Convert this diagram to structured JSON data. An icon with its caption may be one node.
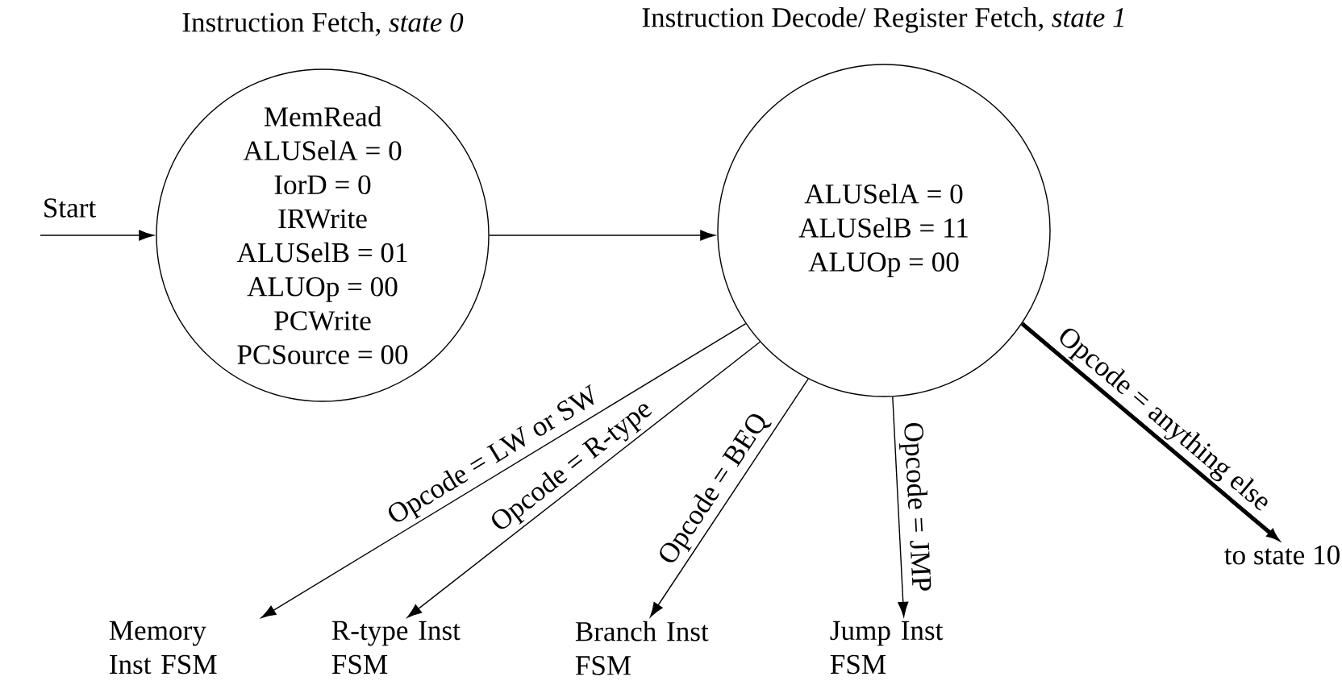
{
  "diagram": {
    "nodes": [
      {
        "text": [
          "Instruction Fetch, *state 0*",
          "MemRead",
          "ALUSelA = 0",
          "IorD = 0",
          "IRWrite",
          "ALUSelB = 01",
          "ALUOp = 00",
          "PCWrite",
          "PCSource = 00"
        ]
      },
      {
        "text": [
          "Start"
        ]
      },
      {
        "text": [
          "Instruction Decode/ Register Fetch, *state 1*",
          "ALUSelA = 0",
          "ALUSelB = 11",
          "ALUOp = 00"
        ]
      },
      {
        "text": [
          "Memory Inst FSM"
        ]
      },
      {
        "text": [
          "R-type Inst FSM"
        ]
      },
      {
        "text": [
          "Branch Inst FSM"
        ]
      },
      {
        "text": [
          "Jump Inst FSM"
        ]
      },
      {
        "text": [
          "to state 10"
        ]
      }
    ],
    "edges": [
      {
        "from": 1,
        "to": 0,
        "arrow": "to"
      },
      {
        "from": 0,
        "to": 2,
        "arrow": "to"
      },
      {
        "from": 2,
        "to": 3,
        "arrow": "to",
        "label": "Opcode = LW or SW"
      },
      {
        "from": 2,
        "to": 4,
        "arrow": "to",
        "label": "Opcode = R-type"
      },
      {
        "from": 2,
        "to": 5,
        "arrow": "to",
        "label": "Opcode = BEQ"
      },
      {
        "from": 2,
        "to": 6,
        "arrow": "to",
        "label": "Opcode = JMP"
      },
      {
        "from": 2,
        "to": 7,
        "arrow": "to",
        "label": "Opcode = anything else",
        "style": "thick"
      }
    ]
  }
}
